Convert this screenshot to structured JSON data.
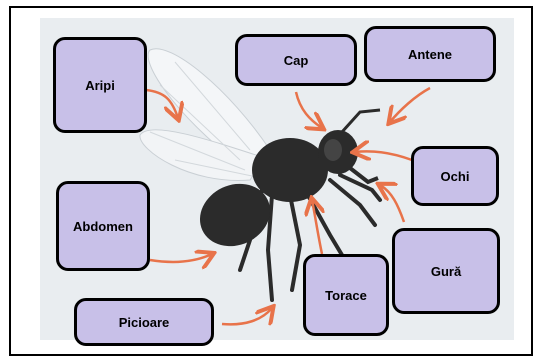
{
  "labels": {
    "aripi": "Aripi",
    "cap": "Cap",
    "antene": "Antene",
    "ochi": "Ochi",
    "abdomen": "Abdomen",
    "gura": "Gură",
    "torace": "Torace",
    "picioare": "Picioare"
  },
  "colors": {
    "label_fill": "#c8c0e8",
    "arrow": "#e8734a",
    "insect_body": "#2b2b2b",
    "wing": "#f4f6f8",
    "background": "#e9edf0"
  }
}
